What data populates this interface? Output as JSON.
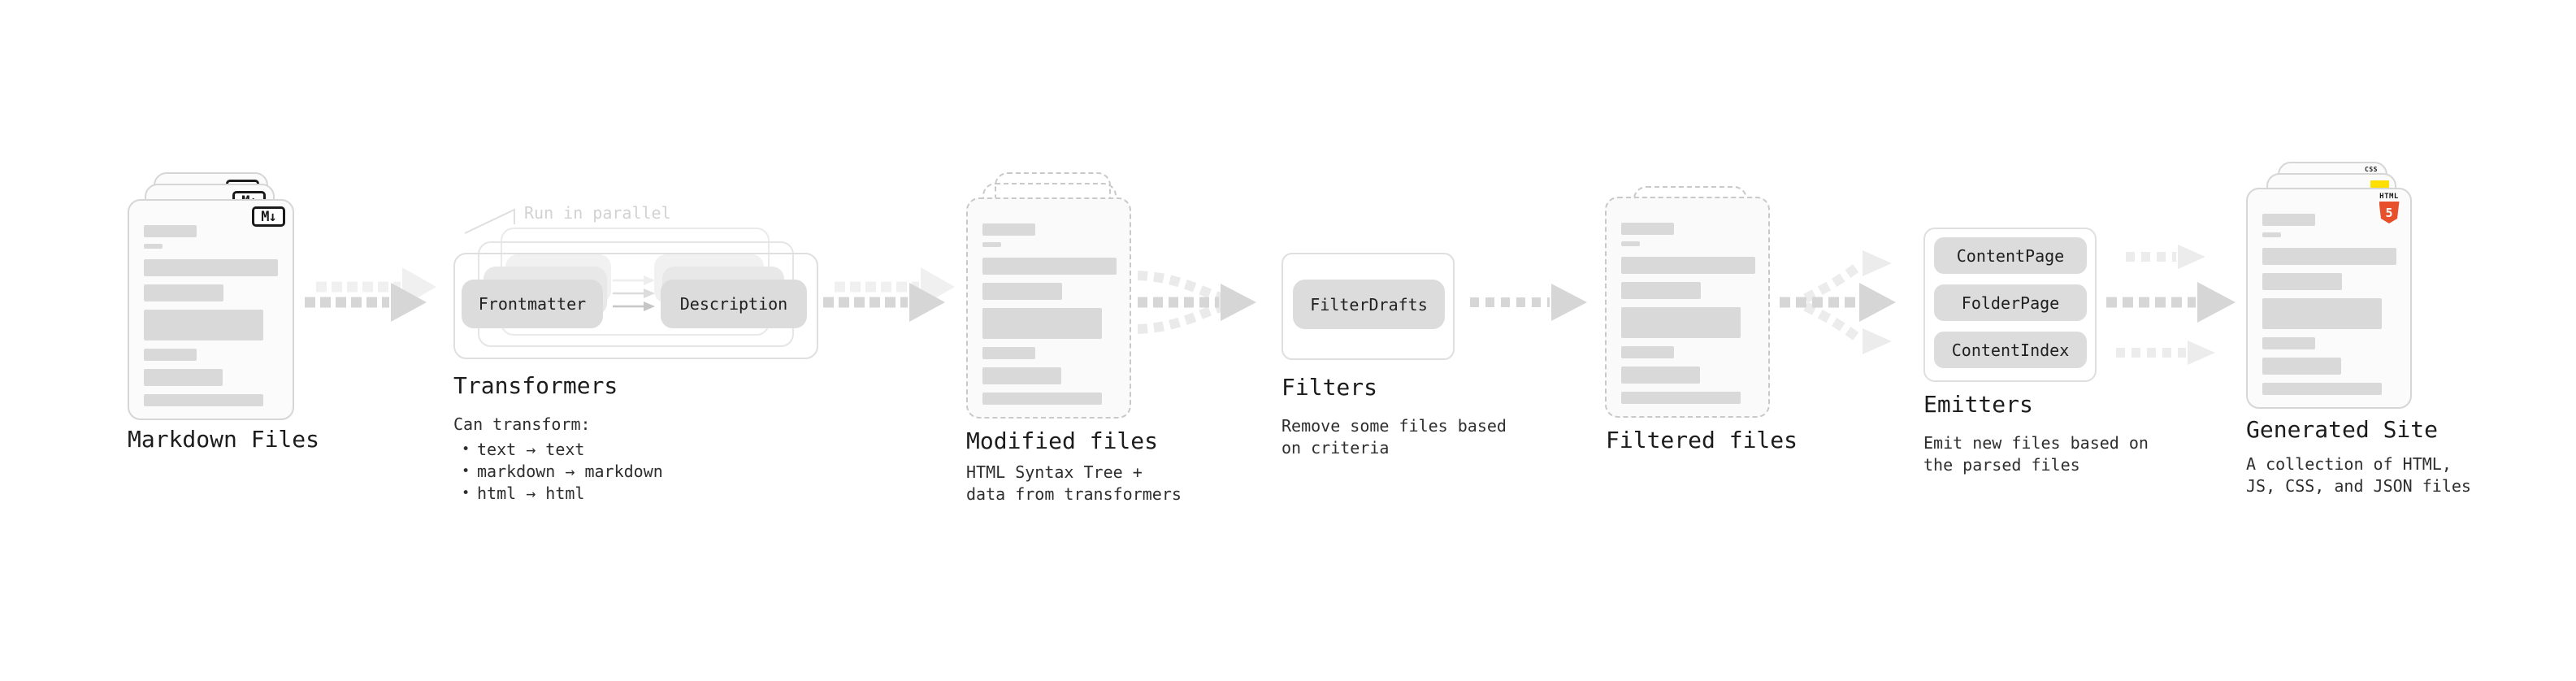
{
  "ui": {
    "bullet": "•"
  },
  "colors": {
    "background": "#ffffff",
    "ink": "#1a1a1a",
    "heading_text": "#1c1c1c",
    "body_text": "#2e2e2e",
    "annotation_text": "#d2d2d2",
    "card_fill": "#fbfbfb",
    "card_border": "#d6d6d6",
    "dashed_border": "#c9c9c9",
    "dashed_fill": "#fafafa",
    "bar_fill": "#d9d9d9",
    "container_border": "#dfdfdf",
    "container_border_mid": "#e5e5e5",
    "container_border_back": "#eaeaea",
    "pill_fill": "#dcdcdc",
    "pill_ghost1": "#e8e8e8",
    "pill_ghost2": "#f1f1f1",
    "pill_text": "#1f1f1f",
    "arrow_main": "#d6d6d6",
    "arrow_ghost": "#f0f0f0",
    "arrow_faint": "#ececec",
    "arrow_curve": "#eaeaea",
    "arrow_mini_light": "#ededed",
    "arrow_mini_mid": "#dcdcdc",
    "arrow_mini_dark": "#c6c6c6",
    "html5_orange": "#e8502b",
    "js_yellow": "#ffdf00",
    "css_blue": "#2f6be4"
  },
  "stages": {
    "markdown_files": {
      "title": "Markdown Files",
      "file_icon": "M↓"
    },
    "transformers": {
      "title": "Transformers",
      "annotation": "Run in parallel",
      "input_pill": "Frontmatter",
      "output_pill": "Description",
      "desc_heading": "Can transform:",
      "bullets": [
        "text → text",
        "markdown → markdown",
        "html → html"
      ]
    },
    "modified_files": {
      "title": "Modified files",
      "desc_lines": [
        "HTML Syntax Tree +",
        "data from transformers"
      ]
    },
    "filters": {
      "title": "Filters",
      "pill": "FilterDrafts",
      "desc_lines": [
        "Remove some files based",
        "on criteria"
      ]
    },
    "filtered_files": {
      "title": "Filtered files"
    },
    "emitters": {
      "title": "Emitters",
      "pills": [
        "ContentPage",
        "FolderPage",
        "ContentIndex"
      ],
      "desc_lines": [
        "Emit new files based on",
        "the parsed files"
      ]
    },
    "generated_site": {
      "title": "Generated Site",
      "desc_lines": [
        "A collection of HTML,",
        "JS, CSS, and JSON files"
      ],
      "badges": {
        "html_label": "HTML",
        "html_number": "5",
        "css_label": "CSS"
      }
    }
  }
}
